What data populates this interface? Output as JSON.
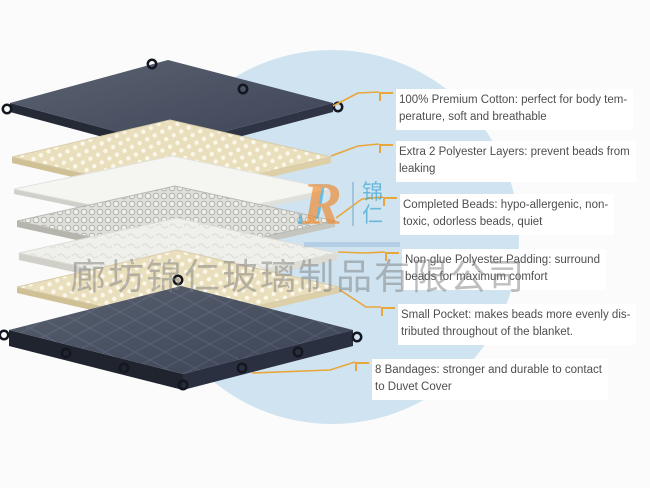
{
  "diagram": {
    "callouts": [
      {
        "id": "premium-cotton",
        "line1": "100% Premium Cotton: perfect for body tem-",
        "line2": "perature, soft and breathable"
      },
      {
        "id": "polyester-layers",
        "line1": "Extra 2 Polyester Layers: prevent beads from",
        "line2": "leaking"
      },
      {
        "id": "completed-beads",
        "line1": "Completed Beads: hypo-allergenic, non-",
        "line2": "toxic, odorless beads, quiet"
      },
      {
        "id": "polyester-padding",
        "line1": "Non-glue Polyester Padding: surround",
        "line2": "beads for maximum comfort"
      },
      {
        "id": "small-pocket",
        "line1": "Small Pocket: makes beads more evenly dis-",
        "line2": "tributed throughout of the blanket."
      },
      {
        "id": "bandages",
        "line1": "8  Bandages: stronger and durable to contact",
        "line2": "to Duvet Cover"
      }
    ],
    "layers": [
      "top-cotton-cover",
      "polyester-layer-top",
      "inner-liner",
      "beads-layer",
      "polyester-padding",
      "polyester-layer-bottom",
      "bottom-cover-with-bandages"
    ]
  },
  "watermark": {
    "logo_letter_j": "J",
    "logo_letter_r": "R",
    "logo_cjk_top": "锦",
    "logo_cjk_bottom": "仁",
    "company_name": "廊坊锦仁玻璃制品有限公司"
  },
  "colors": {
    "accent_orange": "#E9A63A",
    "circle_blue": "#CFE3F1",
    "cover_navy": "#3C4456",
    "cream": "#EADFBD",
    "text_gray": "#4E4E4E"
  }
}
